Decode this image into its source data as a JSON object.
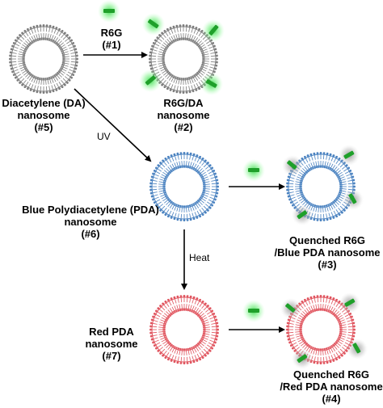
{
  "colors": {
    "da": "#7d7d7d",
    "blue_pda": "#4a82c0",
    "red_pda": "#e0545e",
    "r6g_green": "#1fa02a",
    "quench_shadow": "#8a8a8a",
    "arrow": "#000000"
  },
  "labels": {
    "n5": [
      "Diacetylene (DA)",
      "nanosome",
      "(#5)"
    ],
    "n2": [
      "R6G/DA",
      "nanosome",
      "(#2)"
    ],
    "n6": [
      "Blue Polydiacetylene (PDA)",
      "nanosome",
      "(#6)"
    ],
    "n3": [
      "Quenched R6G",
      "/Blue PDA nanosome",
      "(#3)"
    ],
    "n7": [
      "Red PDA",
      "nanosome",
      "(#7)"
    ],
    "n4": [
      "Quenched R6G",
      "/Red PDA nanosome",
      "(#4)"
    ]
  },
  "arrows": {
    "r6g": [
      "R6G",
      "(#1)"
    ],
    "uv": "UV",
    "heat": "Heat"
  }
}
